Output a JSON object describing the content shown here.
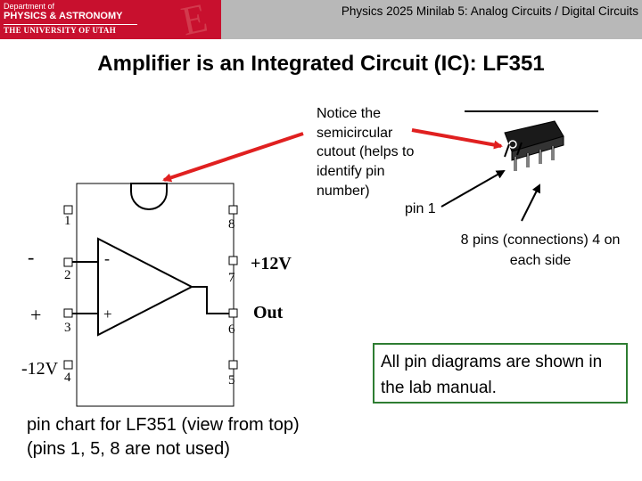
{
  "banner": {
    "logo_line1": "Department of",
    "logo_line2": "PHYSICS & ASTRONOMY",
    "logo_line3": "THE UNIVERSITY OF UTAH",
    "course_title": "Physics 2025  Minilab 5: Analog Circuits / Digital Circuits"
  },
  "slide": {
    "title": "Amplifier is an Integrated Circuit (IC): LF351"
  },
  "annotations": {
    "notice": "Notice the semicircular cutout (helps to identify pin number)",
    "pin1": "pin 1",
    "pins": "8 pins (connections) 4 on each side",
    "manual": "All pin diagrams are shown in the lab manual.",
    "caption_line1": "pin chart for LF351 (view from top)",
    "caption_line2": "(pins 1, 5, 8 are not used)"
  },
  "pinout": {
    "pins": [
      "1",
      "2",
      "3",
      "4",
      "5",
      "6",
      "7",
      "8"
    ],
    "left_labels": {
      "pin2": "-",
      "pin3": "+",
      "pin4": "-12V"
    },
    "right_labels": {
      "pin7": "+12V",
      "pin6": "Out"
    },
    "opamp_inputs": {
      "inverting": "-",
      "noninverting": "+"
    }
  },
  "colors": {
    "banner_bg": "#b8b8b8",
    "logo_bg": "#c8102e",
    "arrow": "#e02020",
    "manual_border": "#2e7d32"
  },
  "icons": {
    "chip_photo": "ic-chip-icon"
  }
}
